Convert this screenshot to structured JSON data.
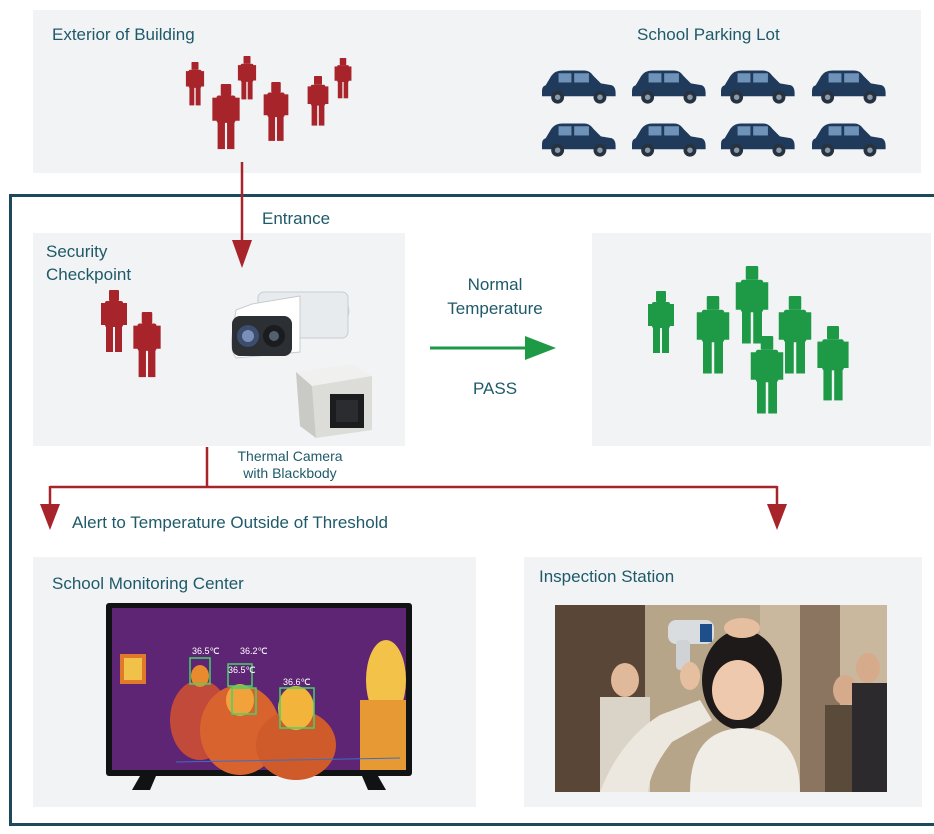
{
  "exterior": {
    "label": "Exterior of Building"
  },
  "parking": {
    "label": "School Parking Lot"
  },
  "entrance": {
    "label": "Entrance"
  },
  "checkpoint": {
    "label_line1": "Security",
    "label_line2": "Checkpoint"
  },
  "camera": {
    "caption_line1": "Thermal Camera",
    "caption_line2": "with Blackbody"
  },
  "pass_flow": {
    "label_line1": "Normal",
    "label_line2": "Temperature",
    "result": "PASS"
  },
  "alert": {
    "label": "Alert to Temperature Outside of Threshold"
  },
  "monitoring": {
    "label": "School Monitoring Center",
    "readings": [
      "36.5℃",
      "36.2℃",
      "36.5℃",
      "36.6℃"
    ]
  },
  "inspection": {
    "label": "Inspection Station"
  },
  "colors": {
    "red_person": "#a8242b",
    "green_person": "#1e9a47",
    "car": "#1f3a5a",
    "frame": "#1c4a5c",
    "red_line": "#a8242b",
    "green_arrow": "#1e9a47"
  }
}
